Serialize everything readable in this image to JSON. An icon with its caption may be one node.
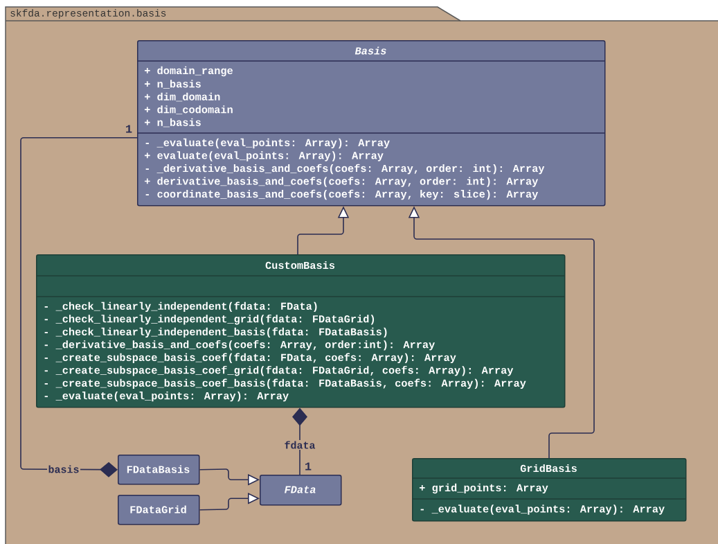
{
  "diagram": {
    "nodes": [
      {
        "text": [
          "skfda.representation.basis"
        ]
      },
      {
        "text": [
          "Basis",
          "+ domain_range",
          "+ n_basis",
          "+ dim_domain",
          "+ dim_codomain",
          "+ n_basis",
          "- _evaluate(eval_points: Array): Array",
          "+ evaluate(eval_points: Array): Array",
          "- _derivative_basis_and_coefs(coefs: Array, order: int): Array",
          "+ derivative_basis_and_coefs(coefs: Array, order: int): Array",
          "- coordinate_basis_and_coefs(coefs: Array, key: slice): Array"
        ],
        "in": 0
      },
      {
        "text": [
          "CustomBasis",
          "- _check_linearly_independent(fdata: FData)",
          "- _check_linearly_independent_grid(fdata: FDataGrid)",
          "- _check_linearly_independent_basis(fdata: FDataBasis)",
          "- _derivative_basis_and_coefs(coefs: Array, order:int): Array",
          "- _create_subspace_basis_coef(fdata: FData, coefs: Array): Array",
          "- _create_subspace_basis_coef_grid(fdata: FDataGrid, coefs: Array): Array",
          "- _create_subspace_basis_coef_basis(fdata: FDataBasis, coefs: Array): Array",
          "- _evaluate(eval_points: Array): Array"
        ],
        "in": 0
      },
      {
        "text": [
          "FDataBasis"
        ],
        "in": 0
      },
      {
        "text": [
          "FDataGrid"
        ],
        "in": 0
      },
      {
        "text": [
          "FData"
        ],
        "in": 0
      },
      {
        "text": [
          "GridBasis",
          "+ grid_points: Array",
          "- _evaluate(eval_points: Array): Array"
        ],
        "in": 0
      }
    ],
    "edges": [
      {
        "from": 2,
        "to": 1,
        "arrow": "to"
      },
      {
        "from": 6,
        "to": 1,
        "arrow": "to"
      },
      {
        "from": 3,
        "to": 5,
        "arrow": "to"
      },
      {
        "from": 4,
        "to": 5,
        "arrow": "to"
      },
      {
        "from": 5,
        "to": 2,
        "arrow": "other",
        "label": "fdata"
      },
      {
        "from": 1,
        "to": 3,
        "arrow": "other",
        "label": "basis"
      }
    ],
    "labels": [
      "1",
      "1"
    ]
  }
}
